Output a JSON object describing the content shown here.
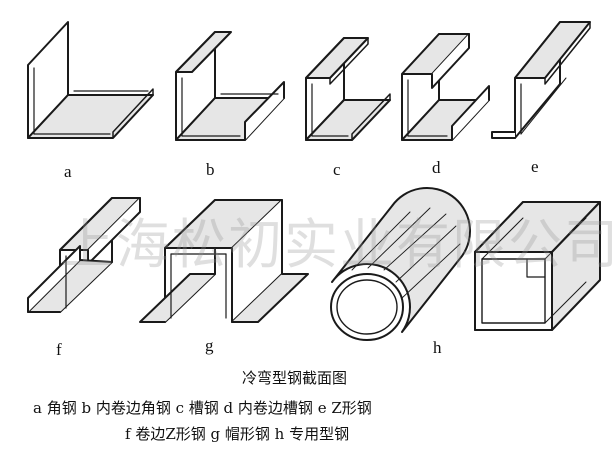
{
  "watermark": "上海松初实业有限公司",
  "colors": {
    "stroke": "#1a1a1a",
    "face": "#ffffff",
    "shade": "#e6e6e6",
    "watermark": "#969696"
  },
  "figures": [
    {
      "letter": "a",
      "icon": "angle-steel-icon"
    },
    {
      "letter": "b",
      "icon": "inner-curled-angle-steel-icon"
    },
    {
      "letter": "c",
      "icon": "channel-steel-icon"
    },
    {
      "letter": "d",
      "icon": "inner-curled-channel-steel-icon"
    },
    {
      "letter": "e",
      "icon": "z-steel-icon"
    },
    {
      "letter": "f",
      "icon": "curled-z-steel-icon"
    },
    {
      "letter": "g",
      "icon": "hat-steel-icon"
    },
    {
      "letter": "h",
      "icon": "special-round-tube-icon"
    },
    {
      "letter": "",
      "icon": "special-square-tube-icon"
    }
  ],
  "caption": {
    "title": "冷弯型钢截面图",
    "legend_line1": "a 角钢   b 内卷边角钢   c 槽钢   d 内卷边槽钢   e Z形钢",
    "legend_line2": "f 卷边Z形钢   g 帽形钢   h 专用型钢"
  }
}
